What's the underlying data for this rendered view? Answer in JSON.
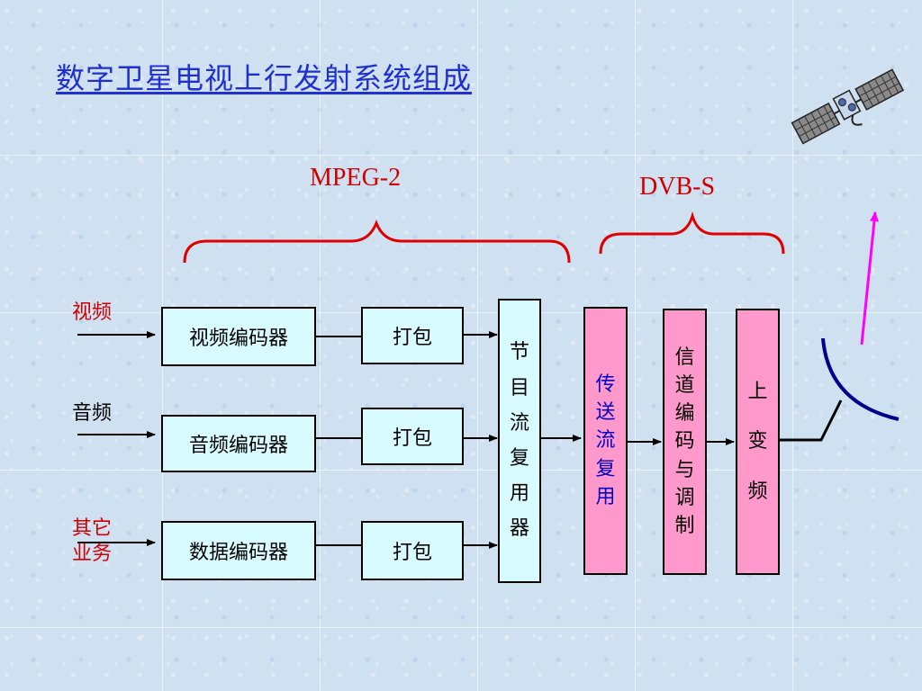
{
  "title": "数字卫星电视上行发射系统组成",
  "brace_labels": {
    "mpeg": "MPEG-2",
    "dvb": "DVB-S"
  },
  "inputs": {
    "video": "视频",
    "audio": "音频",
    "other_line1": "其它",
    "other_line2": "业务"
  },
  "encoders": {
    "video": "视频编码器",
    "audio": "音频编码器",
    "data": "数据编码器"
  },
  "packers": {
    "video": "打包",
    "audio": "打包",
    "data": "打包"
  },
  "program_mux": [
    "节",
    "目",
    "流",
    "复",
    "用",
    "器"
  ],
  "transport_mux": [
    "传",
    "送",
    "流",
    "复",
    "用"
  ],
  "channel_mod": [
    "信",
    "道",
    "编",
    "码",
    "与",
    "调",
    "制"
  ],
  "upconvert": [
    "上",
    "变",
    "频"
  ],
  "colors": {
    "title": "#1f2fd0",
    "brace": "#e00000",
    "antenna": "#00008b",
    "uplink_arrow": "#ff00ff",
    "box_cyan": "#d8fbff",
    "box_pink": "#ff99cc"
  }
}
